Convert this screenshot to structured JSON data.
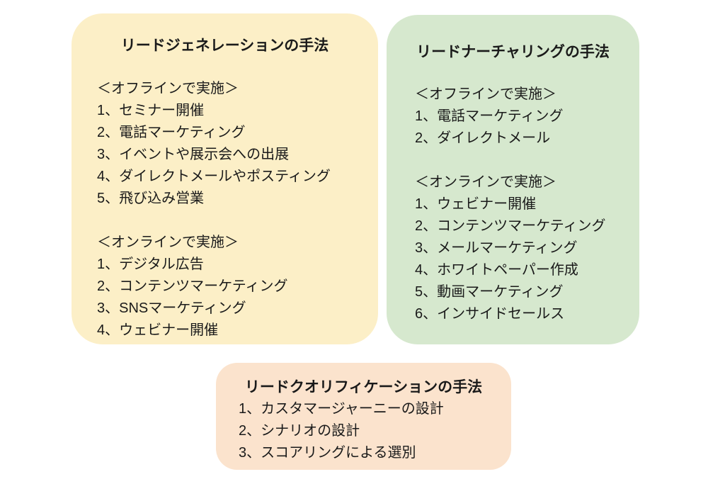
{
  "diagram": {
    "cards": [
      {
        "id": "lead-generation",
        "title": "リードジェネレーションの手法",
        "color": "#fcefc7",
        "lines": [
          "＜オフラインで実施＞",
          "1、セミナー開催",
          "2、電話マーケティング",
          "3、イベントや展示会への出展",
          "4、ダイレクトメールやポスティング",
          "5、飛び込み営業",
          "",
          "＜オンラインで実施＞",
          "1、デジタル広告",
          "2、コンテンツマーケティング",
          "3、SNSマーケティング",
          "4、ウェビナー開催"
        ]
      },
      {
        "id": "lead-nurturing",
        "title": "リードナーチャリングの手法",
        "color": "#d6e8ce",
        "lines": [
          "＜オフラインで実施＞",
          "1、電話マーケティング",
          "2、ダイレクトメール",
          "",
          "＜オンラインで実施＞",
          "1、ウェビナー開催",
          "2、コンテンツマーケティング",
          "3、メールマーケティング",
          "4、ホワイトペーパー作成",
          "5、動画マーケティング",
          "6、インサイドセールス"
        ]
      },
      {
        "id": "lead-qualification",
        "title": "リードクオリフィケーションの手法",
        "color": "#fbe3cd",
        "lines": [
          "1、カスタマージャーニーの設計",
          "2、シナリオの設計",
          "3、スコアリングによる選別"
        ]
      }
    ]
  }
}
